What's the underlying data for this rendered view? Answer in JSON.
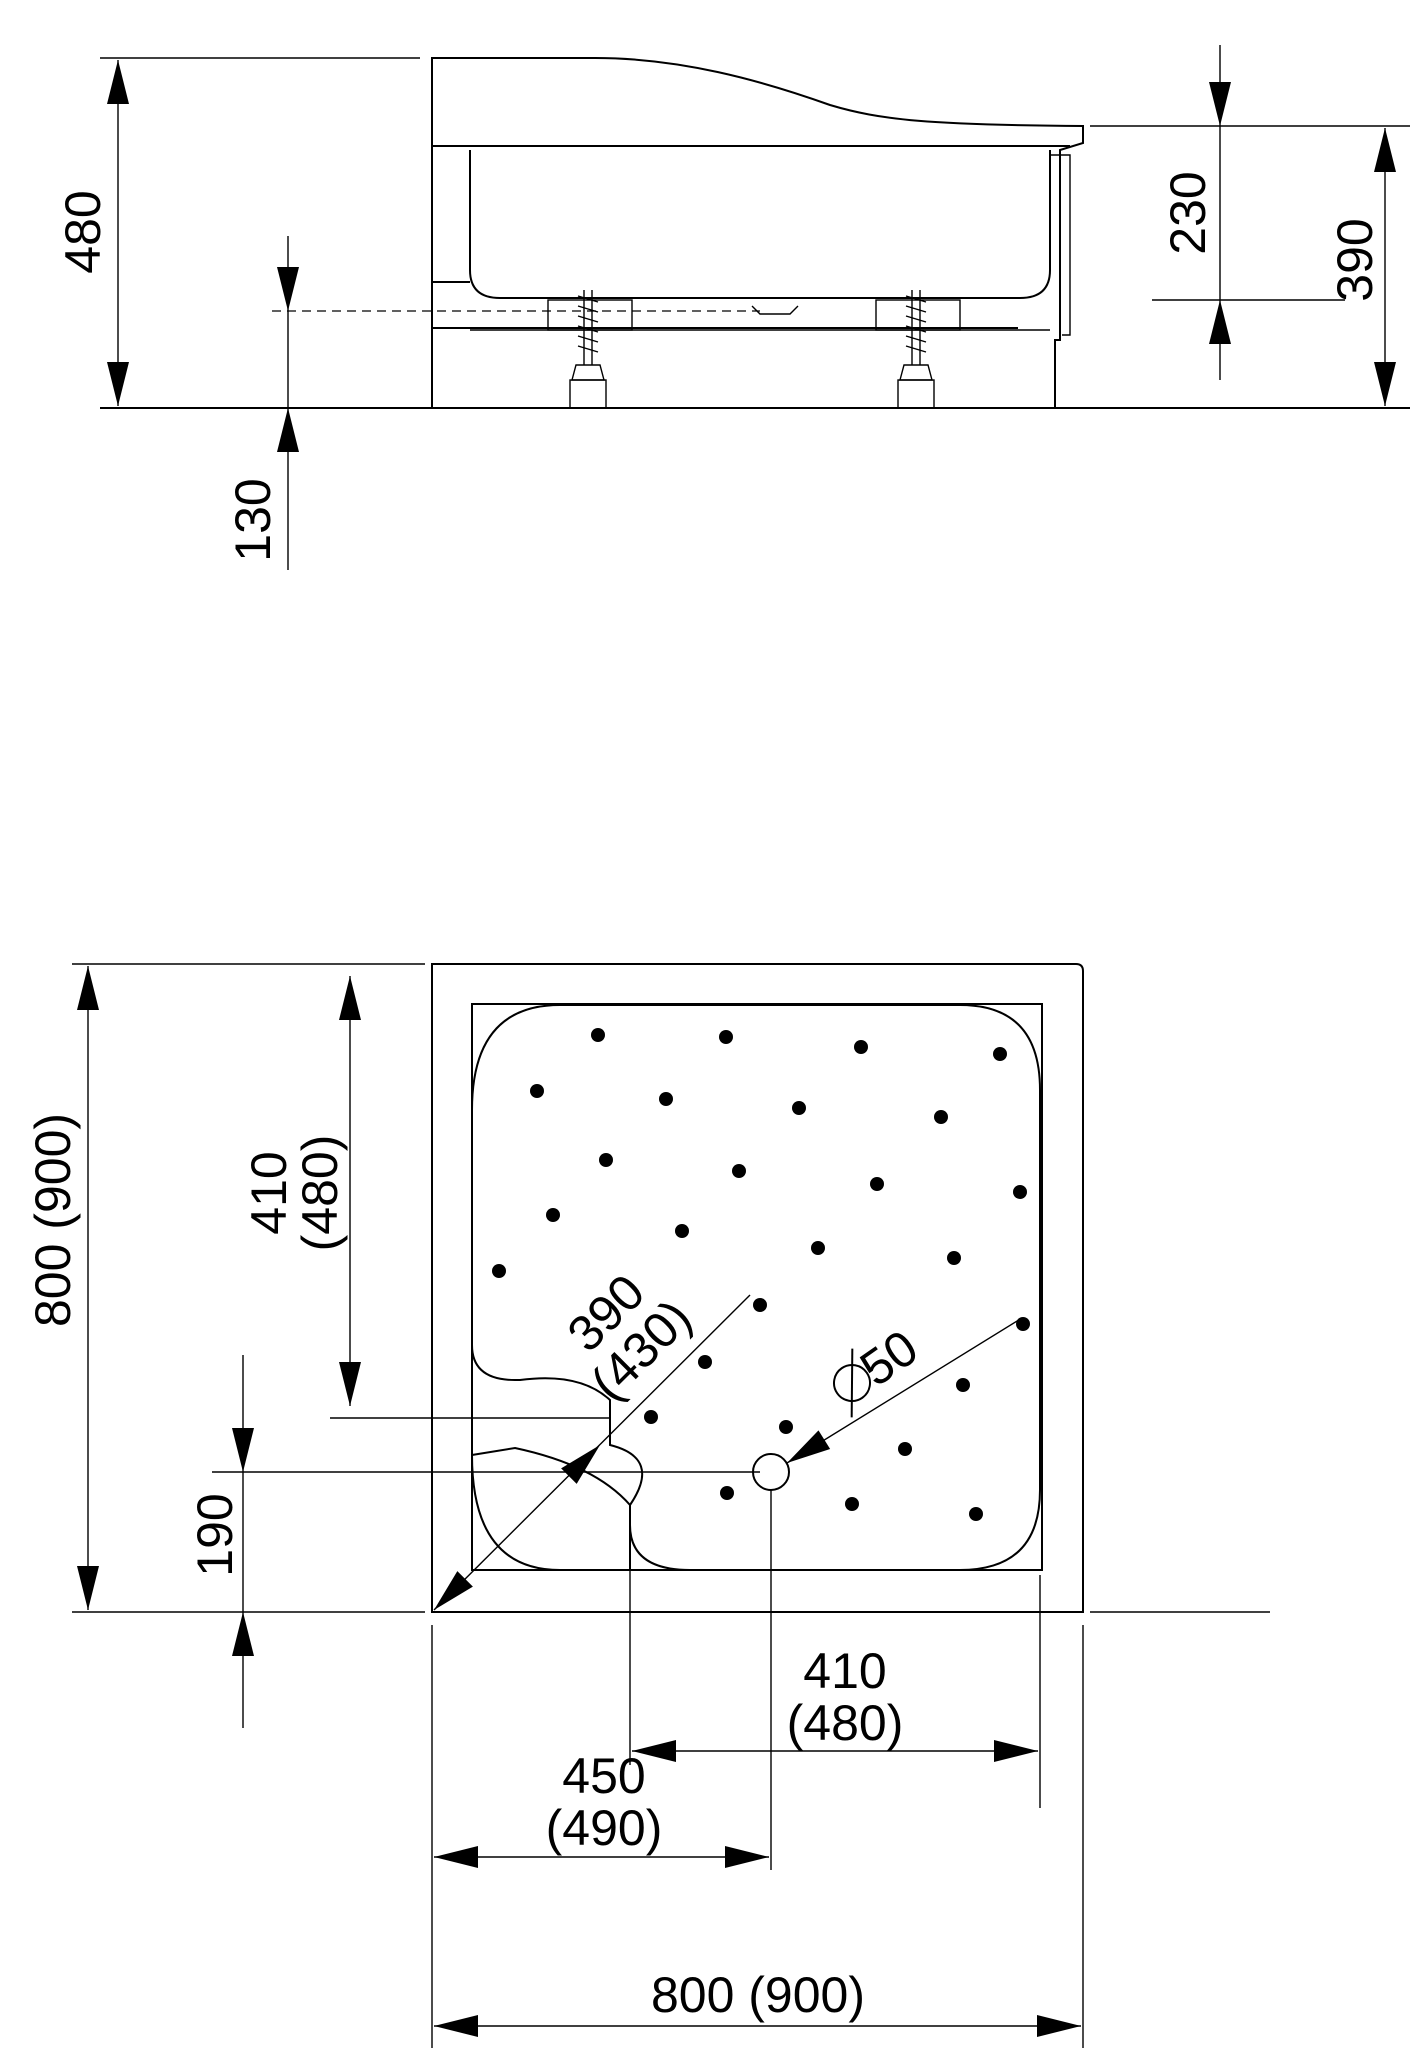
{
  "side_view": {
    "total_height": "480",
    "leg_height": "130",
    "seat_height": "230",
    "tray_height": "390"
  },
  "top_view": {
    "overall_height": "800 (900)",
    "overall_width": "800 (900)",
    "vertical_inner": "410",
    "vertical_inner_alt": "(480)",
    "diagonal": "390",
    "diagonal_alt": "(430)",
    "drain_diameter": "50",
    "drain_offset": "190",
    "horizontal_inner": "410",
    "horizontal_inner_alt": "(480)",
    "drain_x": "450",
    "drain_x_alt": "(490)"
  },
  "colors": {
    "line": "#000000",
    "background": "#ffffff"
  },
  "icons": {
    "diameter_symbol": "diameter-icon"
  }
}
